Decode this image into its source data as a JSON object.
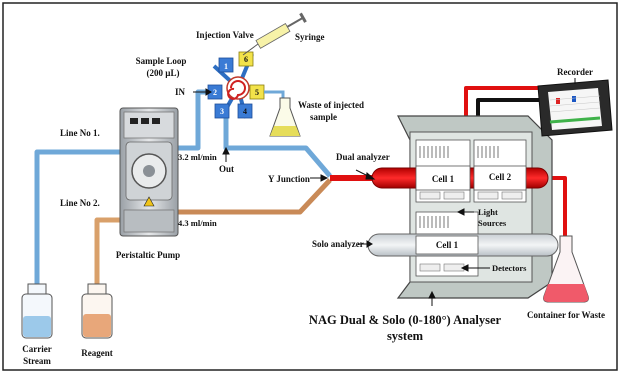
{
  "labels": {
    "injection_valve": "Injection Valve",
    "syringe": "Syringe",
    "sample_loop_1": "Sample Loop",
    "sample_loop_2": "(200 µL)",
    "in": "IN",
    "waste_injected_1": "Waste of injected",
    "waste_injected_2": "sample",
    "out": "Out",
    "y_junction": "Y Junction",
    "line1": "Line No 1.",
    "line2": "Line No 2.",
    "flow1": "3.2 ml/min",
    "flow2": "4.3 ml/min",
    "pump": "Peristaltic Pump",
    "carrier_1": "Carrier",
    "carrier_2": "Stream",
    "reagent": "Reagent",
    "dual_analyzer": "Dual analyzer",
    "solo_analyzer": "Solo analyzer",
    "cell1_top": "Cell 1",
    "cell2": "Cell 2",
    "cell1_bottom": "Cell 1",
    "light_sources_1": "Light",
    "light_sources_2": "Sources",
    "detectors": "Detectors",
    "recorder": "Recorder",
    "container_waste": "Container for Waste",
    "system_title_1": "NAG Dual & Solo (0-180°) Analyser",
    "system_title_2": "system"
  },
  "valve_ports": [
    "1",
    "2",
    "3",
    "4",
    "5",
    "6"
  ]
}
